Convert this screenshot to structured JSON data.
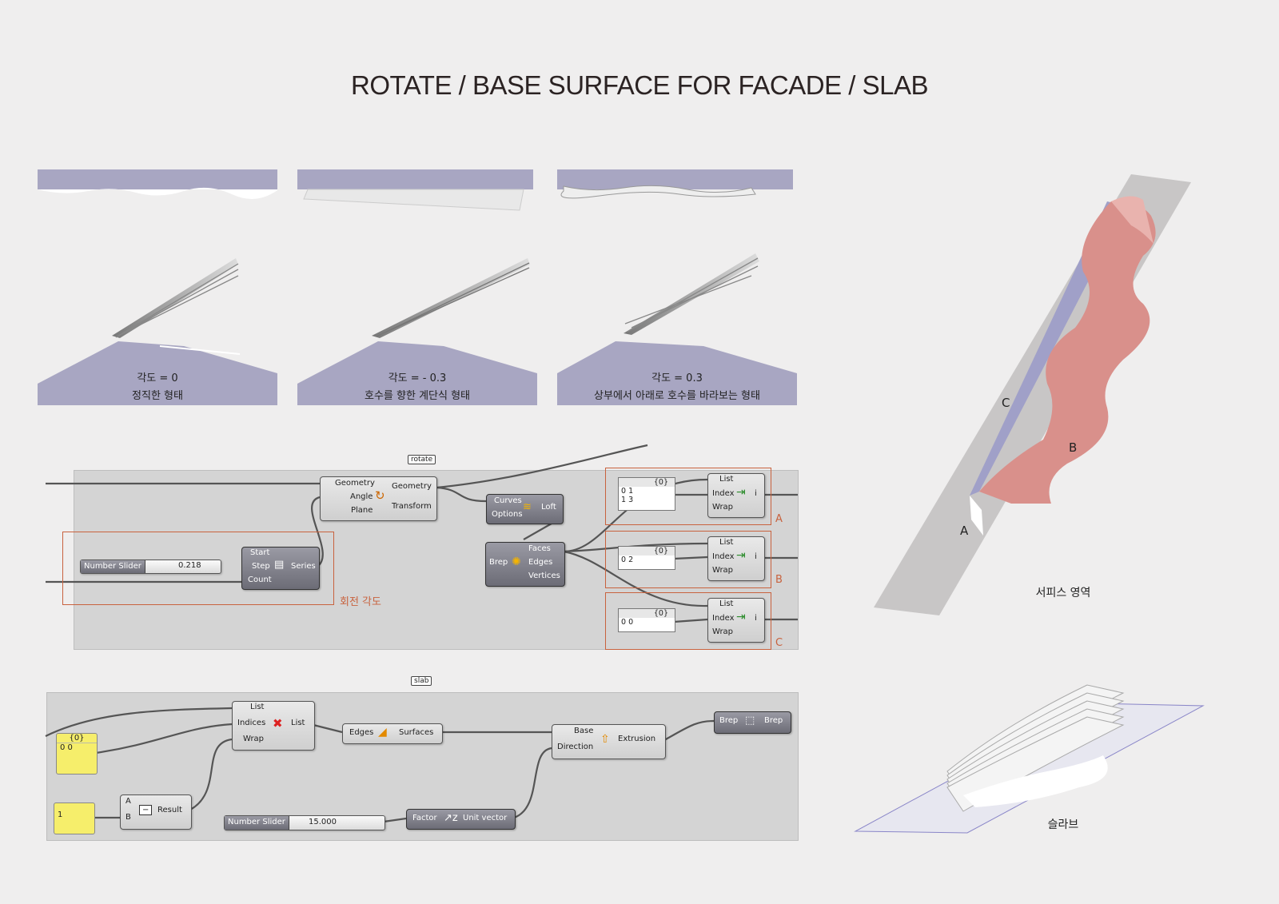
{
  "title": "ROTATE / BASE SURFACE FOR FACADE / SLAB",
  "studies": [
    {
      "angle_label": "각도 = 0",
      "desc": "정직한 형태"
    },
    {
      "angle_label": "각도 = - 0.3",
      "desc": "호수를 향한 계단식 형태"
    },
    {
      "angle_label": "각도 = 0.3",
      "desc": "상부에서 아래로 호수를 바라보는 형태"
    }
  ],
  "rotate_graph": {
    "tag": "rotate",
    "rotate_component": {
      "in1": "Geometry",
      "in2": "Angle",
      "in3": "Plane",
      "out1": "Geometry",
      "out2": "Transform"
    },
    "slider": {
      "name": "Number Slider",
      "value": "0.218"
    },
    "series": {
      "in1": "Start",
      "in2": "Step",
      "in3": "Count",
      "out1": "Series"
    },
    "loft": {
      "in1": "Curves",
      "in2": "Options",
      "out1": "Loft"
    },
    "deconstruct": {
      "in1": "Brep",
      "out1": "Faces",
      "out2": "Edges",
      "out3": "Vertices"
    },
    "frame_label": "회전 각도",
    "list_items": [
      {
        "header": "{0}",
        "rows": [
          "0  1",
          "1  3"
        ],
        "label": "A"
      },
      {
        "header": "{0}",
        "rows": [
          "0  2"
        ],
        "label": "B"
      },
      {
        "header": "{0}",
        "rows": [
          "0  0"
        ],
        "label": "C"
      }
    ],
    "list_item_pins": {
      "in1": "List",
      "in2": "Index",
      "in3": "Wrap",
      "out1": "i"
    }
  },
  "slab_graph": {
    "tag": "slab",
    "yellow_panel_1": {
      "header": "{0}",
      "row": "0  0"
    },
    "yellow_panel_2": {
      "row": "1"
    },
    "cull": {
      "in1": "List",
      "in2": "Indices",
      "in3": "Wrap",
      "out1": "List"
    },
    "minus": {
      "in1": "A",
      "in2": "B",
      "out1": "Result"
    },
    "edge_srf": {
      "in1": "Edges",
      "out1": "Surfaces"
    },
    "extrude": {
      "in1": "Base",
      "in2": "Direction",
      "out1": "Extrusion"
    },
    "unit_vec": {
      "in1": "Factor",
      "out1": "Unit vector"
    },
    "slider": {
      "name": "Number Slider",
      "value": "15.000"
    },
    "brep": {
      "in1": "Brep",
      "out1": "Brep"
    }
  },
  "facade": {
    "label": "서피스 영역",
    "marks": [
      "A",
      "B",
      "C"
    ]
  },
  "slab_view": {
    "label": "슬라브"
  },
  "colors": {
    "purple": "#a8a6c2",
    "salmon": "#d9908b",
    "frame": "#c8623e",
    "panel_yellow": "#f6ee6b"
  }
}
